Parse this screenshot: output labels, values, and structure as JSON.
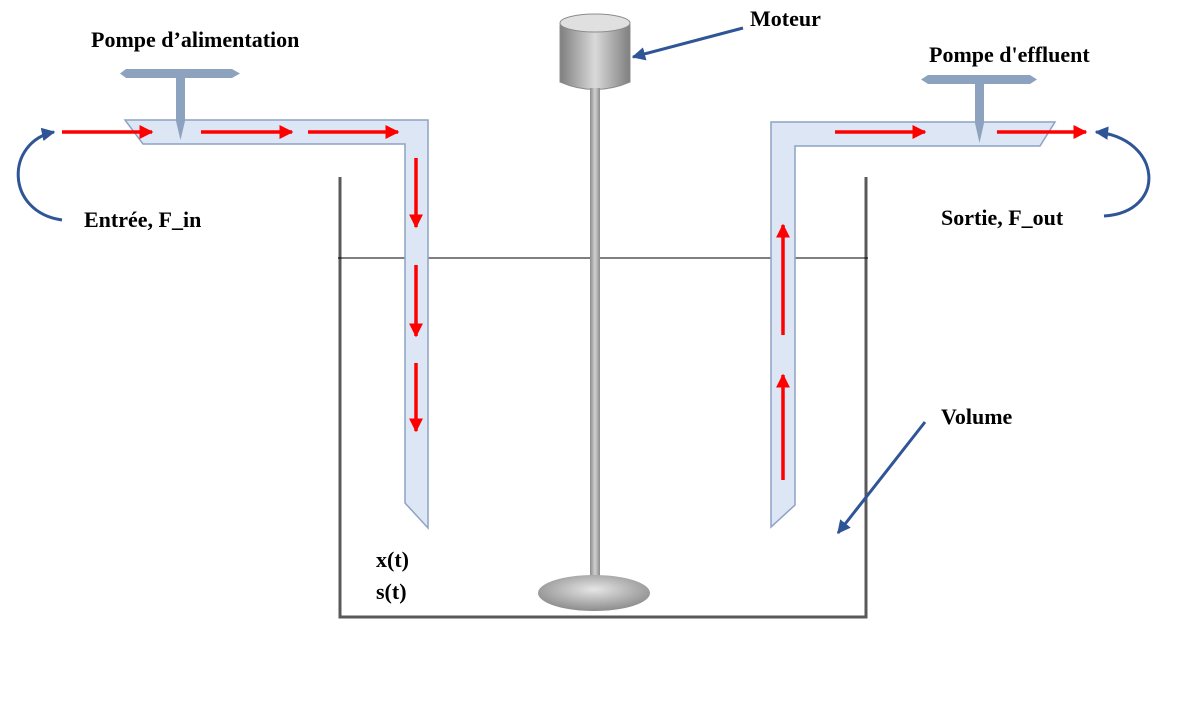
{
  "labels": {
    "feed_pump": "Pompe d’alimentation",
    "motor": "Moteur",
    "effluent_pump": "Pompe d'effluent",
    "inlet": "Entrée, F_in",
    "outlet": "Sortie, F_out",
    "volume": "Volume",
    "biomass": "x(t)",
    "substrate": "s(t)"
  },
  "colors": {
    "pipe_fill": "#dde6f4",
    "pipe_stroke": "#8ea2c4",
    "flow_arrow": "#ff0000",
    "annotation_arrow": "#2f5597",
    "tank_wall": "#595959",
    "pump_symbol": "#8da2bf",
    "motor_body": "#a6a6a6",
    "liquid_line": "#000000"
  }
}
